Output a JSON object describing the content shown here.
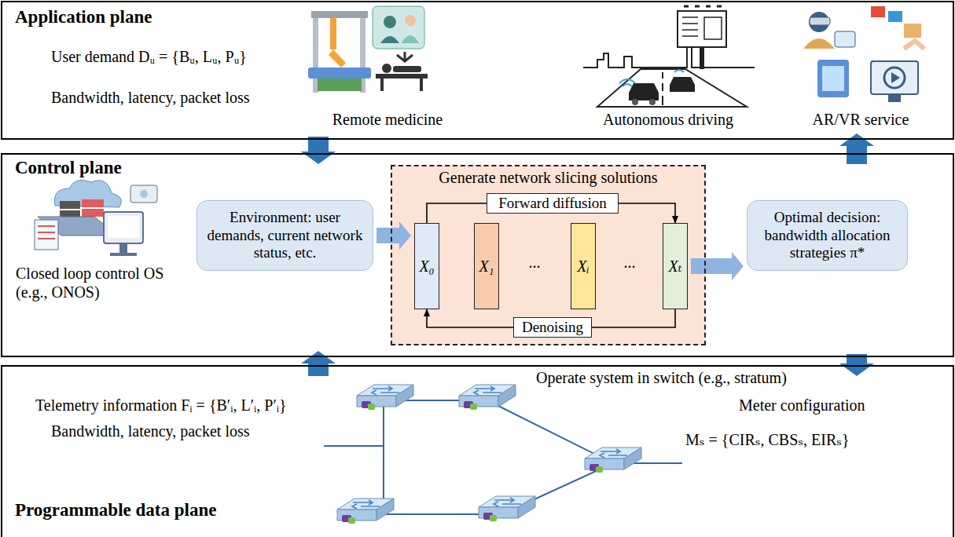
{
  "diagram": {
    "nodes": [
      {
        "text": [
          "Application plane"
        ]
      },
      {
        "text": [
          "Control plane"
        ]
      },
      {
        "text": [
          "Environment: user demands, current network status, etc."
        ],
        "in": 1
      },
      {
        "text": [
          "Generate network slicing solutions"
        ],
        "in": 1
      },
      {
        "text": [
          "X₀"
        ],
        "in": 3
      },
      {
        "text": [
          "X₁"
        ],
        "in": 3
      },
      {
        "text": [
          "Xᵢ"
        ],
        "in": 3
      },
      {
        "text": [
          "Xₜ"
        ],
        "in": 3
      },
      {
        "text": [
          "Forward diffusion"
        ],
        "in": 3
      },
      {
        "text": [
          "Denoising"
        ],
        "in": 3
      },
      {
        "text": [
          "Optimal decision: bandwidth allocation strategies π*"
        ],
        "in": 1
      },
      {
        "text": [
          "Programmable data plane"
        ]
      }
    ],
    "edges": [
      {
        "from": 0,
        "to": 1,
        "arrow": "to"
      },
      {
        "from": 1,
        "to": 0,
        "arrow": "to"
      },
      {
        "from": 11,
        "to": 1,
        "arrow": "to"
      },
      {
        "from": 1,
        "to": 11,
        "arrow": "to"
      },
      {
        "from": 2,
        "to": 4,
        "arrow": "to"
      },
      {
        "from": 7,
        "to": 10,
        "arrow": "to"
      },
      {
        "from": 4,
        "to": 8,
        "arrow": "none"
      },
      {
        "from": 8,
        "to": 7,
        "arrow": "to"
      },
      {
        "from": 7,
        "to": 9,
        "arrow": "none"
      },
      {
        "from": 9,
        "to": 4,
        "arrow": "to"
      }
    ],
    "labels": [
      "User demand Dᵤ = {Bᵤ, Lᵤ, Pᵤ}",
      "Bandwidth, latency, packet loss",
      "Remote medicine",
      "Autonomous driving",
      "AR/VR service",
      "Closed loop control OS (e.g., ONOS)",
      "...",
      "...",
      "Operate system in switch (e.g., stratum)",
      "Telemetry information Fᵢ = {B′ᵢ, L′ᵢ, P′ᵢ}",
      "Bandwidth, latency, packet loss",
      "Meter configuration",
      "Mₛ = {CIRₛ, CBSₛ, EIRₛ}"
    ]
  }
}
